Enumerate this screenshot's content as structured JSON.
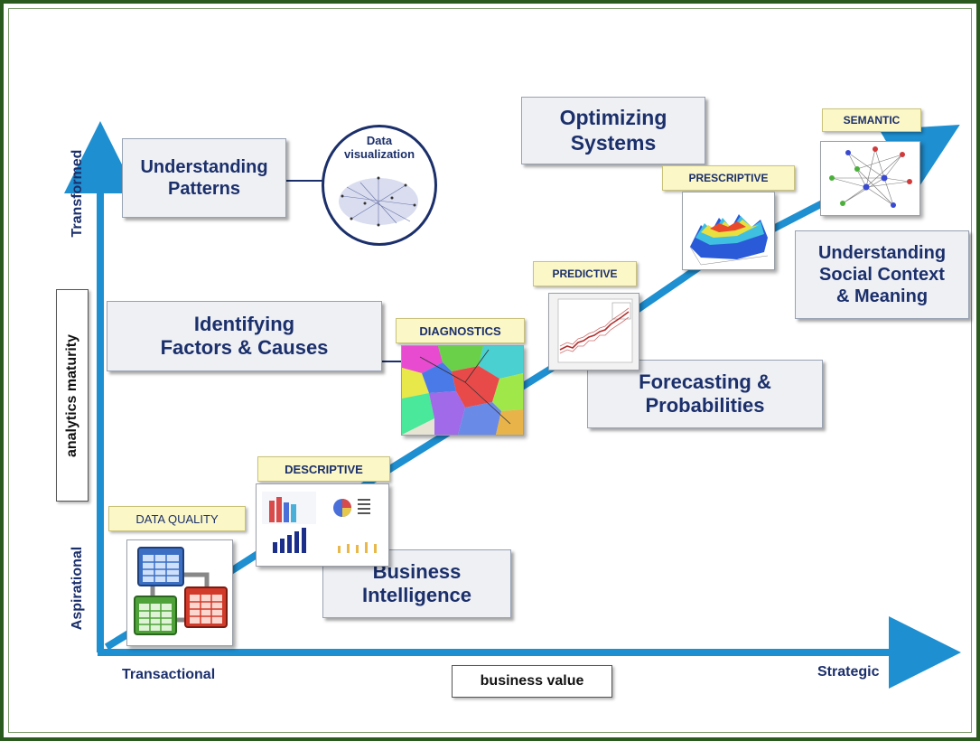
{
  "axes": {
    "x_left": "Transactional",
    "x_right": "Strategic",
    "x_title": "business value",
    "y_bottom": "Aspirational",
    "y_top": "Transformed",
    "y_title": "analytics maturity",
    "arrow_color": "#1e8fd0"
  },
  "stages": [
    {
      "tag": "DATA QUALITY",
      "icon": "database-tables-icon"
    },
    {
      "tag": "DESCRIPTIVE",
      "icon": "dashboard-charts-icon"
    },
    {
      "tag": "DIAGNOSTICS",
      "icon": "colored-region-map-icon"
    },
    {
      "tag": "PREDICTIVE",
      "icon": "forecast-line-chart-icon"
    },
    {
      "tag": "PRESCRIPTIVE",
      "icon": "3d-surface-plot-icon"
    },
    {
      "tag": "SEMANTIC",
      "icon": "network-graph-icon"
    }
  ],
  "captions": {
    "business_intelligence": [
      "Business",
      "Intelligence"
    ],
    "identifying": [
      "Identifying",
      "Factors & Causes"
    ],
    "forecasting": [
      "Forecasting &",
      "Probabilities"
    ],
    "optimizing": [
      "Optimizing",
      "Systems"
    ],
    "understanding_patterns": [
      "Understanding",
      "Patterns"
    ],
    "understanding_social": [
      "Understanding",
      "Social Context",
      "& Meaning"
    ]
  },
  "data_visualization": [
    "Data",
    "visualization"
  ],
  "colors": {
    "text": "#1b2f6b",
    "tag_fill": "#fbf7c6",
    "box_fill": "#eef0f4",
    "frame": "#2b5a1f"
  }
}
